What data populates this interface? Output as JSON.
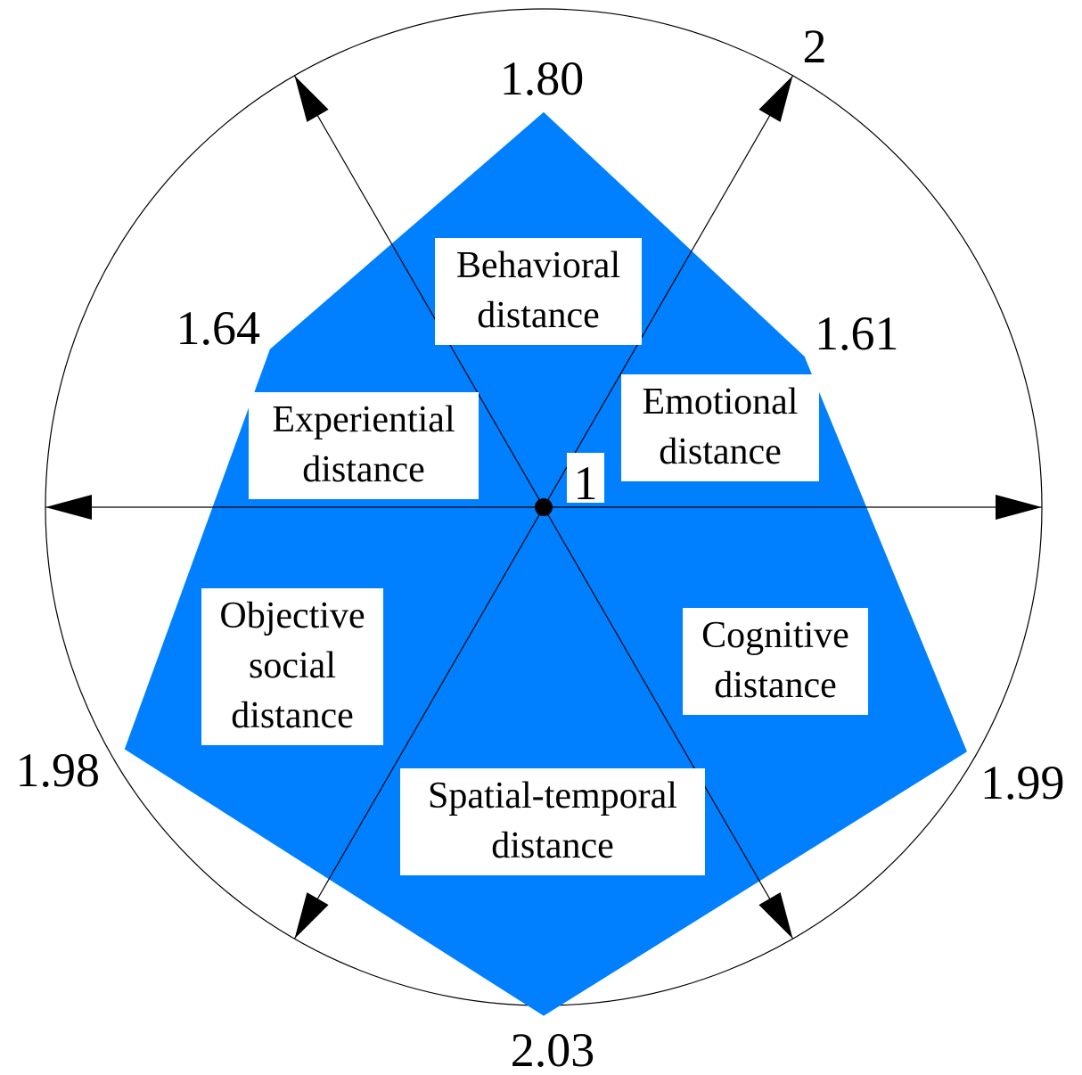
{
  "chart_data": {
    "type": "radar",
    "categories": [
      "Behavioral distance",
      "Emotional distance",
      "Cognitive distance",
      "Spatial-temporal distance",
      "Objective social distance",
      "Experiential distance"
    ],
    "category_lines": [
      [
        "Behavioral",
        "distance"
      ],
      [
        "Emotional",
        "distance"
      ],
      [
        "Cognitive",
        "distance"
      ],
      [
        "Spatial-temporal",
        "distance"
      ],
      [
        "Objective",
        "social",
        "distance"
      ],
      [
        "Experiential",
        "distance"
      ]
    ],
    "value_labels": [
      "1.80",
      "1.61",
      "1.99",
      "2.03",
      "1.98",
      "1.64"
    ],
    "values": [
      1.8,
      1.61,
      1.99,
      2.03,
      1.98,
      1.64
    ],
    "scale": {
      "center_label": "1",
      "outer_label": "2",
      "min": 1,
      "max": 2
    },
    "fill_color": "#0080ff",
    "line_color": "#000000",
    "legend": "none",
    "grid": "outer circle only"
  }
}
